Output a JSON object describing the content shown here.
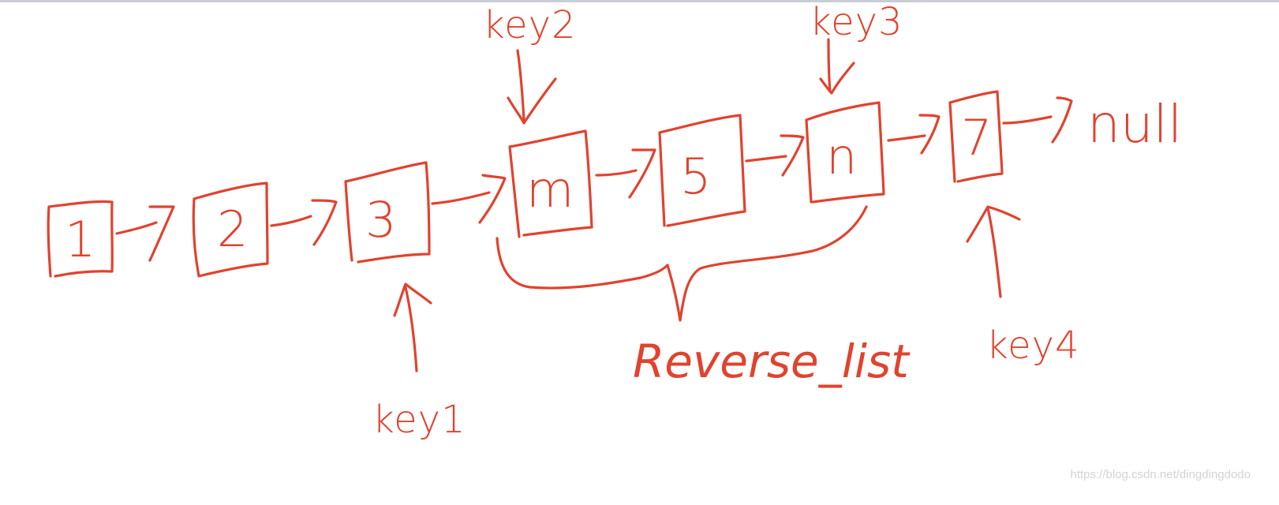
{
  "diagram": {
    "nodes": [
      {
        "id": "n1",
        "label": "1"
      },
      {
        "id": "n2",
        "label": "2"
      },
      {
        "id": "n3",
        "label": "3"
      },
      {
        "id": "nm",
        "label": "m"
      },
      {
        "id": "n5",
        "label": "5"
      },
      {
        "id": "nn",
        "label": "n"
      },
      {
        "id": "n7",
        "label": "7"
      }
    ],
    "terminal": "null",
    "pointers": [
      {
        "id": "key1",
        "label": "key1",
        "target": "n3"
      },
      {
        "id": "key2",
        "label": "key2",
        "target": "nm"
      },
      {
        "id": "key3",
        "label": "key3",
        "target": "nn"
      },
      {
        "id": "key4",
        "label": "key4",
        "target": "n7"
      }
    ],
    "brace": {
      "label": "Reverse_list",
      "from": "nm",
      "to": "nn"
    },
    "colors": {
      "ink": "#e0432f",
      "background": "#ffffff"
    }
  },
  "watermark": "https://blog.csdn.net/dingdingdodo"
}
